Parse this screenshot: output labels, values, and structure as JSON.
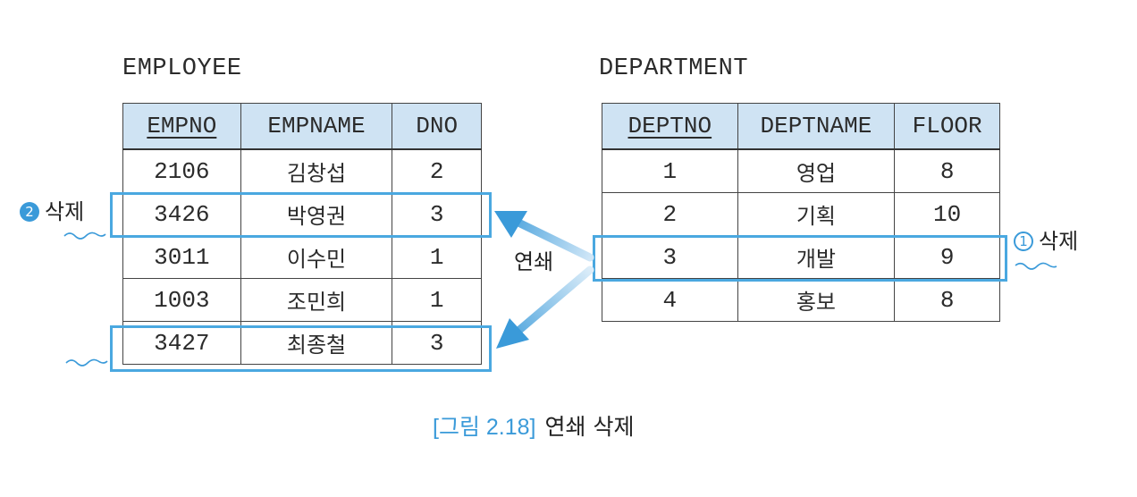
{
  "employee": {
    "title": "EMPLOYEE",
    "columns": [
      "EMPNO",
      "EMPNAME",
      "DNO"
    ],
    "rows": [
      [
        "2106",
        "김창섭",
        "2"
      ],
      [
        "3426",
        "박영권",
        "3"
      ],
      [
        "3011",
        "이수민",
        "1"
      ],
      [
        "1003",
        "조민희",
        "1"
      ],
      [
        "3427",
        "최종철",
        "3"
      ]
    ]
  },
  "department": {
    "title": "DEPARTMENT",
    "columns": [
      "DEPTNO",
      "DEPTNAME",
      "FLOOR"
    ],
    "rows": [
      [
        "1",
        "영업",
        "8"
      ],
      [
        "2",
        "기획",
        "10"
      ],
      [
        "3",
        "개발",
        "9"
      ],
      [
        "4",
        "홍보",
        "8"
      ]
    ]
  },
  "annotations": {
    "step2_number": "2",
    "step2_label": "삭제",
    "step1_number": "1",
    "step1_label": "삭제",
    "cascade_label": "연쇄"
  },
  "caption": {
    "figure": "[그림 2.18]",
    "text": "연쇄 삭제"
  },
  "colors": {
    "highlight": "#4aa8e0",
    "header_fill": "#cfe3f3",
    "accent": "#3a9ad9"
  }
}
